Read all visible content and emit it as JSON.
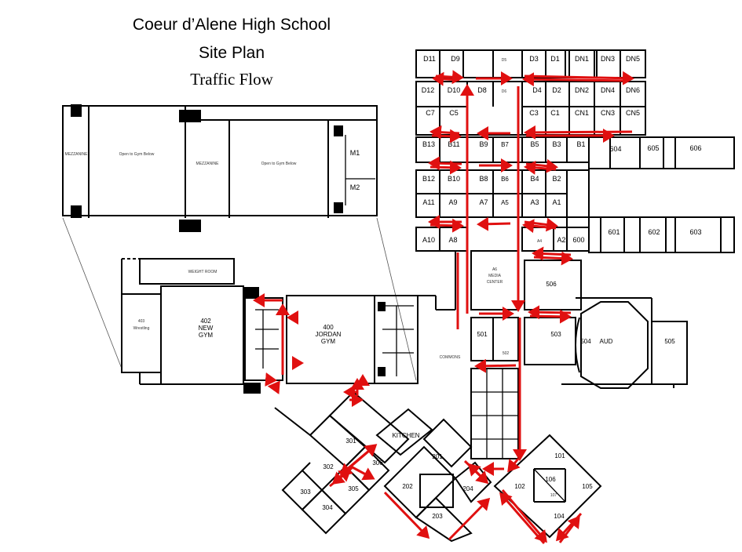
{
  "title": {
    "line1": "Coeur d’Alene High School",
    "line2": "Site Plan",
    "line3": "Traffic Flow"
  },
  "colors": {
    "walls": "#000000",
    "traffic_arrows": "#e01010",
    "background": "#ffffff"
  },
  "mezzanine_inset": {
    "left_mezzanine": "MEZZANINE",
    "left_open": "Open to Gym Below",
    "center_mezzanine": "MEZZANINE",
    "right_open": "Open to Gym Below",
    "m1": "M1",
    "m2": "M2"
  },
  "gym_wing": {
    "weight_room": "WEIGHT ROOM",
    "wrestling_num": "403",
    "wrestling_name": "Wrestling",
    "new_gym_num": "402",
    "new_gym_l1": "NEW",
    "new_gym_l2": "GYM",
    "jordan_num": "400",
    "jordan_l1": "JORDAN",
    "jordan_l2": "GYM"
  },
  "classroom_grid": {
    "row_d_top": [
      "D11",
      "D9",
      "D5",
      "D3",
      "D1",
      "DN1",
      "DN3",
      "DN5"
    ],
    "row_d_bottom": [
      "D12",
      "D10",
      "D8",
      "D6",
      "D4",
      "D2",
      "DN2",
      "DN4",
      "DN6"
    ],
    "row_c": [
      "C7",
      "C5",
      "C3",
      "C1",
      "CN1",
      "CN3",
      "CN5"
    ],
    "row_b_top": [
      "B13",
      "B11",
      "B9",
      "B7",
      "B5",
      "B3",
      "B1"
    ],
    "row_b_bottom": [
      "B12",
      "B10",
      "B8",
      "B6",
      "B4",
      "B2"
    ],
    "row_a_top": [
      "A11",
      "A9",
      "A7",
      "A5",
      "A3",
      "A1"
    ],
    "row_a_bottom": [
      "A10",
      "A8",
      "A4",
      "A2",
      "600"
    ]
  },
  "east_wing": {
    "north": [
      "604",
      "605",
      "606"
    ],
    "south": [
      "601",
      "602",
      "603"
    ]
  },
  "center": {
    "media_l1": "A6",
    "media_l2": "MEDIA",
    "media_l3": "CENTER",
    "r506": "506",
    "r501": "501",
    "r502": "502",
    "r503": "503",
    "r504": "504",
    "aud": "AUD",
    "r505": "505",
    "commons": "COMMONS"
  },
  "south_wing": {
    "kitchen": "KITCHEN",
    "pod300": [
      "301",
      "302",
      "303",
      "304",
      "305",
      "306"
    ],
    "pod200": [
      "201",
      "202",
      "203",
      "204"
    ],
    "pod100": [
      "101",
      "102",
      "104",
      "105",
      "106",
      "107"
    ]
  }
}
